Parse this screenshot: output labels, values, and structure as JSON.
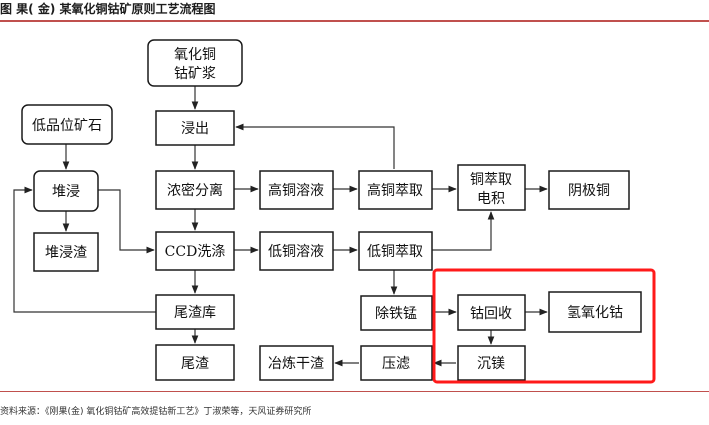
{
  "header": {
    "title": "图 果( 金) 某氧化铜钴矿原则工艺流程图"
  },
  "footer": {
    "source": "资料来源：《刚果(金) 氧化铜钴矿高效提钴新工艺》丁淑荣等，天风证券研究所"
  },
  "nodes": {
    "ore_slurry": [
      "氧化铜",
      "钴矿浆"
    ],
    "low_grade_ore": "低品位矿石",
    "heap_leach": "堆浸",
    "heap_residue": "堆浸渣",
    "leach": "浸出",
    "thickener": "浓密分离",
    "high_cu_solution": "高铜溶液",
    "high_cu_sx": "高铜萃取",
    "cu_sx_ew": [
      "铜萃取",
      "电积"
    ],
    "cathode_cu": "阴极铜",
    "ccd_wash": "CCD洗涤",
    "low_cu_solution": "低铜溶液",
    "low_cu_sx": "低铜萃取",
    "tailings_pond": "尾渣库",
    "tailings": "尾渣",
    "fe_mn_removal": "除铁锰",
    "co_recovery": "钴回收",
    "cobalt_hydroxide": "氢氧化钴",
    "mg_precipitation": "沉镁",
    "filter_press": "压滤",
    "smelting_slag": "冶炼干渣"
  }
}
